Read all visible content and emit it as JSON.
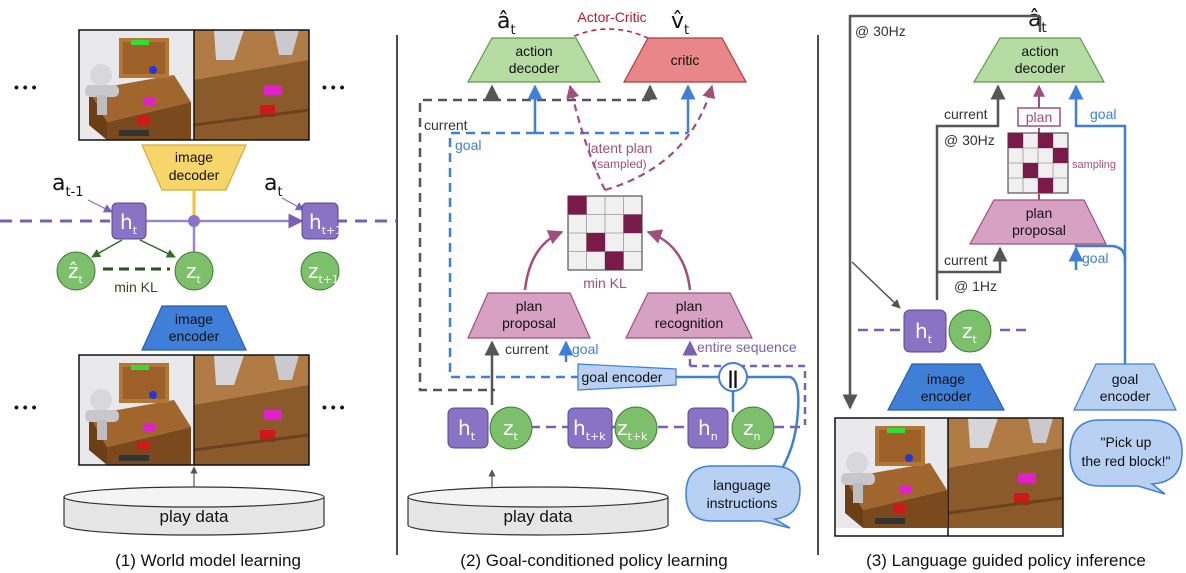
{
  "panel1": {
    "caption": "(1) World model learning",
    "image_decoder": [
      "image",
      "decoder"
    ],
    "image_encoder": [
      "image",
      "encoder"
    ],
    "play_data": "play data",
    "a_prev": {
      "base": "a",
      "sub": "t-1"
    },
    "a_t": {
      "base": "a",
      "sub": "t"
    },
    "h_t": {
      "base": "h",
      "sub": "t"
    },
    "h_t1": {
      "base": "h",
      "sub": "t+1"
    },
    "zhat_t": {
      "base": "ẑ",
      "sub": "t"
    },
    "z_t": {
      "base": "z",
      "sub": "t"
    },
    "z_t1": {
      "base": "z",
      "sub": "t+1"
    },
    "min_kl": "min KL",
    "ellipsis": "• • •"
  },
  "panel2": {
    "caption": "(2) Goal-conditioned policy learning",
    "action_decoder": [
      "action",
      "decoder"
    ],
    "critic": "critic",
    "actor_critic": "Actor-Critic",
    "a_hat": {
      "base": "â",
      "sub": "t"
    },
    "v_hat": {
      "base": "v̂",
      "sub": "t"
    },
    "current": "current",
    "goal": "goal",
    "latent_plan": "latent plan",
    "sampled": "(sampled)",
    "min_kl": "min KL",
    "plan_proposal": [
      "plan",
      "proposal"
    ],
    "plan_recognition": [
      "plan",
      "recognition"
    ],
    "current2": "current",
    "goal2": "goal",
    "entire_sequence": "entire sequence",
    "goal_encoder": "goal encoder",
    "concat": "||",
    "h_t": {
      "base": "h",
      "sub": "t"
    },
    "z_t": {
      "base": "z",
      "sub": "t"
    },
    "h_tk": {
      "base": "h",
      "sub": "t+k"
    },
    "z_tk": {
      "base": "z",
      "sub": "t+k"
    },
    "h_n": {
      "base": "h",
      "sub": "n"
    },
    "z_n": {
      "base": "z",
      "sub": "n"
    },
    "play_data": "play data",
    "language_instructions": [
      "language",
      "instructions"
    ]
  },
  "panel3": {
    "caption": "(3) Language guided policy inference",
    "a_hat": {
      "base": "â",
      "sub": "t"
    },
    "hz30_top": "@ 30Hz",
    "action_decoder": [
      "action",
      "decoder"
    ],
    "current": "current",
    "plan": "plan",
    "goal": "goal",
    "hz30": "@ 30Hz",
    "sampling": "sampling",
    "plan_proposal": [
      "plan",
      "proposal"
    ],
    "current2": "current",
    "goal2": "goal",
    "hz1": "@ 1Hz",
    "h_t": {
      "base": "h",
      "sub": "t"
    },
    "z_t": {
      "base": "z",
      "sub": "t"
    },
    "image_encoder": [
      "image",
      "encoder"
    ],
    "goal_encoder": [
      "goal",
      "encoder"
    ],
    "instruction": [
      "\"Pick up",
      "the red block!\""
    ]
  },
  "colors": {
    "purple": "#7b5fb0",
    "green": "#7cc06b",
    "blue": "#3f7fd8",
    "yellow": "#f6d56a",
    "pink": "#d7a1c4",
    "red": "#e9868a",
    "maroon": "#7a1a4a",
    "plan_pink": "#a04e7e",
    "gray": "#555555"
  },
  "icons": [
    "robot-scene-image",
    "plan-grid-icon",
    "database-cylinder-icon",
    "speech-bubble-icon"
  ]
}
